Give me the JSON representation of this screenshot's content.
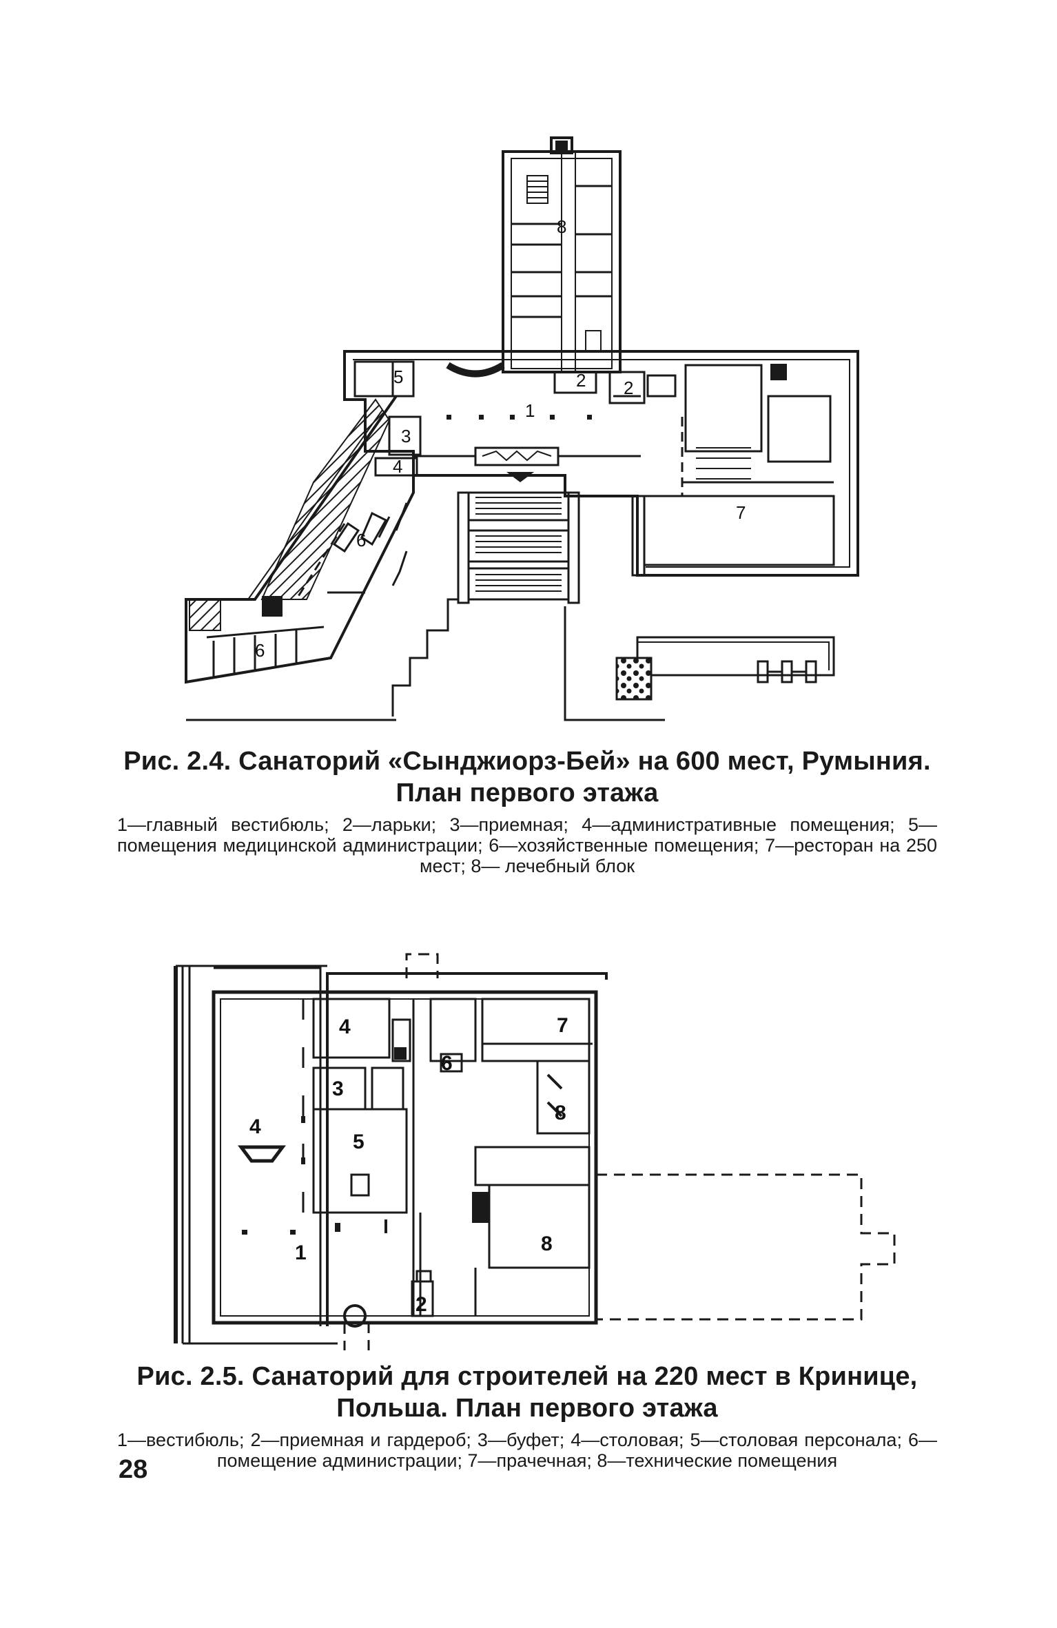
{
  "figures": [
    {
      "id": "fig-2-4",
      "title": "Рис. 2.4. Санаторий «Сынджиорз-Бей» на 600 мест, Румыния. План первого этажа",
      "legend": "1—главный вестибюль; 2—ларьки; 3—приемная; 4—административные помещения; 5—помещения медицинской администрации; 6—хозяйственные помещения; 7—ресторан на 250 мест; 8— лечебный блок",
      "room_labels": [
        "8",
        "5",
        "2",
        "2",
        "1",
        "3",
        "4",
        "7",
        "6",
        "6"
      ]
    },
    {
      "id": "fig-2-5",
      "title": "Рис. 2.5. Санаторий для строителей на 220 мест в Кринице, Польша. План первого этажа",
      "legend": "1—вестибюль; 2—приемная и гардероб; 3—буфет; 4—столовая; 5—столовая персонала; 6—помещение администрации; 7—прачечная; 8—технические помещения",
      "room_labels": [
        "4",
        "7",
        "6",
        "3",
        "4",
        "5",
        "8",
        "1",
        "2",
        "8"
      ]
    }
  ],
  "page_number": "28"
}
